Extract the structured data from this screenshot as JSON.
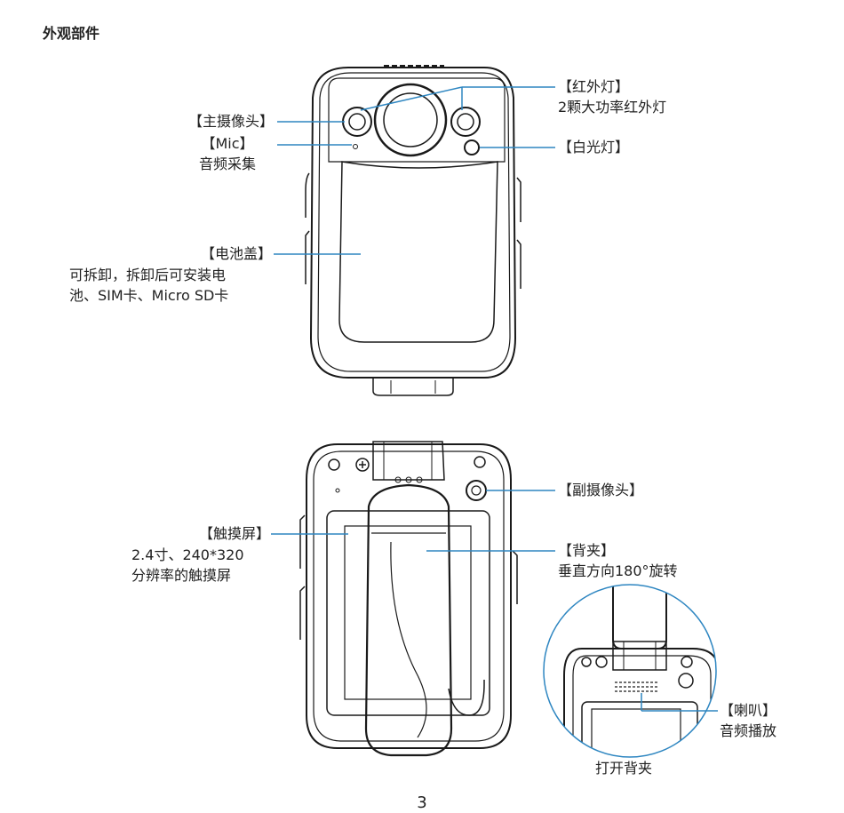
{
  "page": {
    "title": "外观部件",
    "page_number": "3",
    "accent_color": "#2e86c1"
  },
  "front": {
    "main_camera": "【主摄像头】",
    "mic_title": "【Mic】",
    "mic_desc": "音频采集",
    "infrared_title": "【红外灯】",
    "infrared_desc": "2颗大功率红外灯",
    "white_light": "【白光灯】",
    "battery_title": "【电池盖】",
    "battery_desc_1": "可拆卸，拆卸后可安装电",
    "battery_desc_2": "池、SIM卡、Micro SD卡"
  },
  "back": {
    "sub_camera": "【副摄像头】",
    "touchscreen_title": "【触摸屏】",
    "touchscreen_desc_1": "2.4寸、240*320",
    "touchscreen_desc_2": "分辨率的触摸屏",
    "clip_title": "【背夹】",
    "clip_desc": "垂直方向180°旋转",
    "speaker_title": "【喇叭】",
    "speaker_desc": "音频播放",
    "open_clip_caption": "打开背夹"
  }
}
